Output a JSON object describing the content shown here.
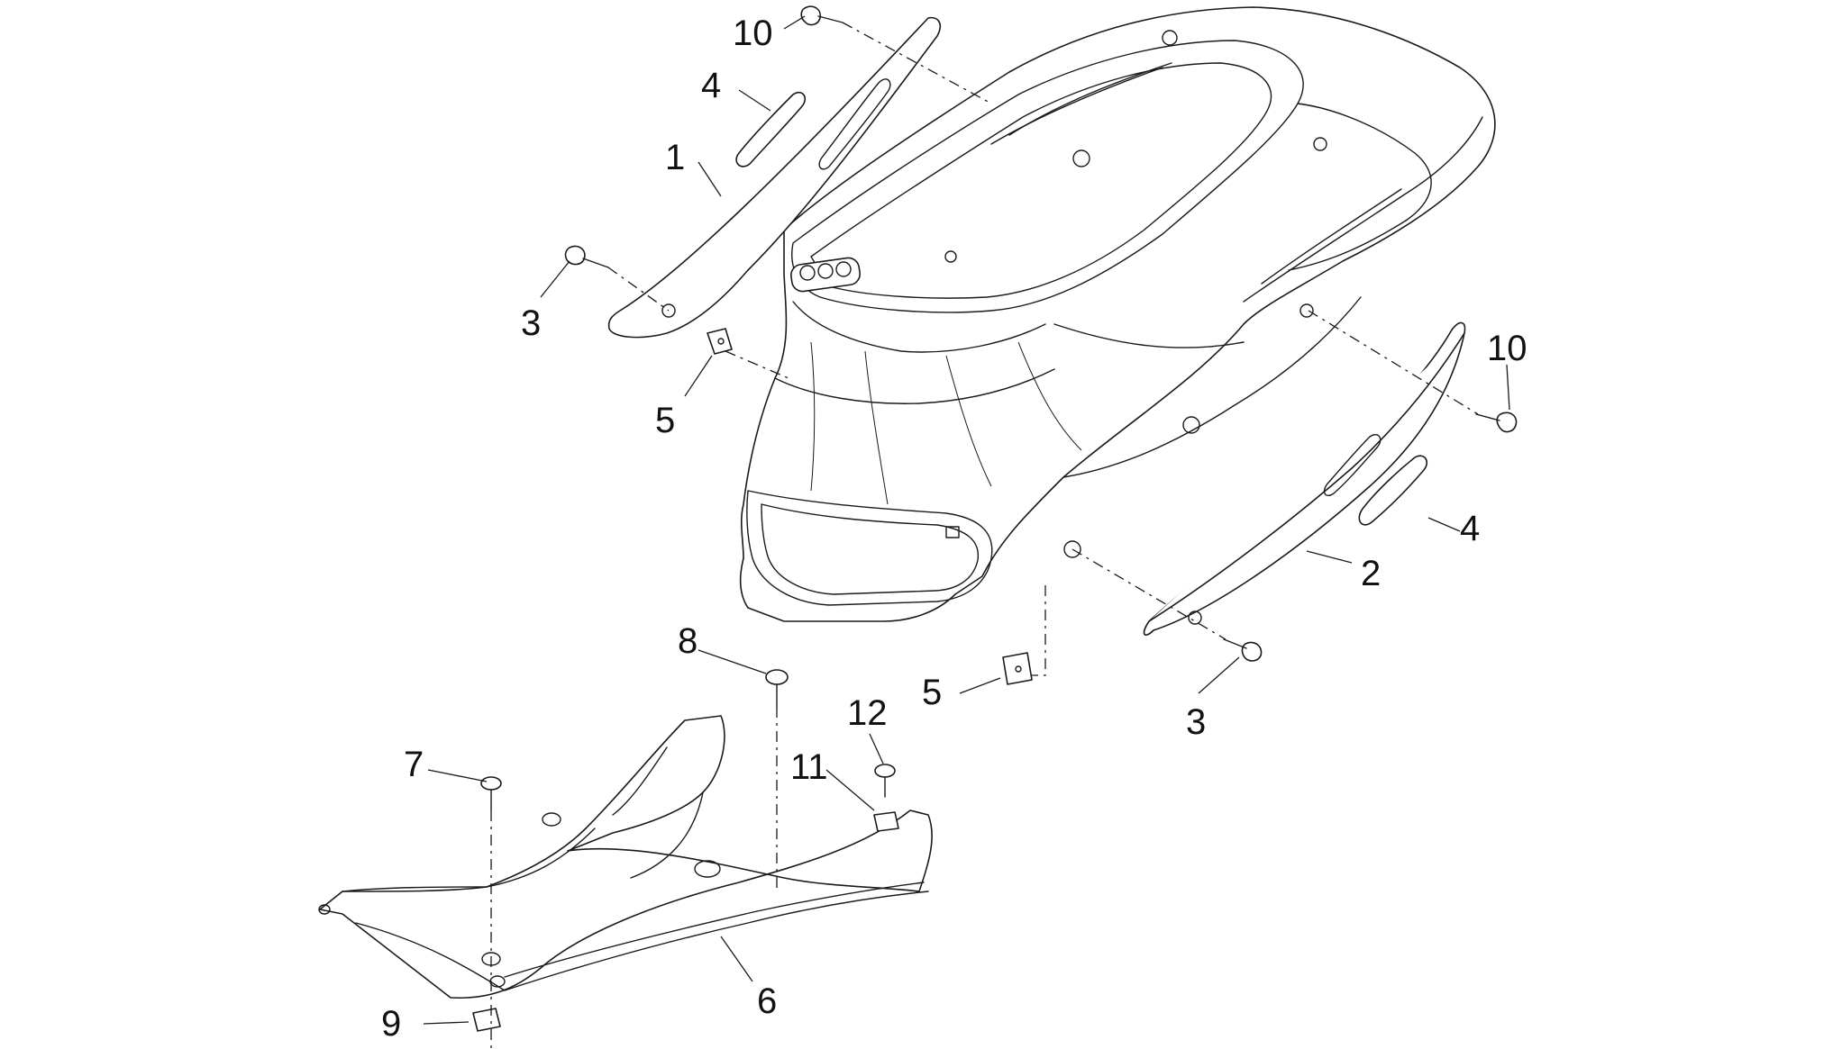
{
  "callouts": [
    {
      "id": "c10a",
      "label": "10"
    },
    {
      "id": "c4a",
      "label": "4"
    },
    {
      "id": "c1",
      "label": "1"
    },
    {
      "id": "c3a",
      "label": "3"
    },
    {
      "id": "c5a",
      "label": "5"
    },
    {
      "id": "c10b",
      "label": "10"
    },
    {
      "id": "c4b",
      "label": "4"
    },
    {
      "id": "c2",
      "label": "2"
    },
    {
      "id": "c3b",
      "label": "3"
    },
    {
      "id": "c8",
      "label": "8"
    },
    {
      "id": "c5b",
      "label": "5"
    },
    {
      "id": "c12",
      "label": "12"
    },
    {
      "id": "c7",
      "label": "7"
    },
    {
      "id": "c11",
      "label": "11"
    },
    {
      "id": "c6",
      "label": "6"
    },
    {
      "id": "c9",
      "label": "9"
    }
  ]
}
